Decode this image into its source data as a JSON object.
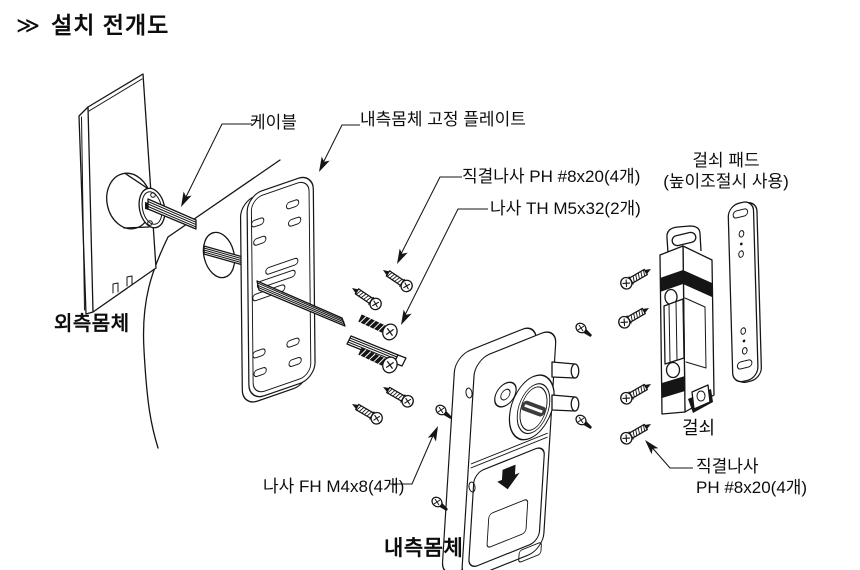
{
  "title": {
    "marker": "≫",
    "text": "설치 전개도"
  },
  "callouts": {
    "cable": "케이블",
    "fixing_plate": "내측몸체 고정 플레이트",
    "screw_ph_top": "직결나사 PH #8x20(4개)",
    "screw_th": "나사 TH M5x32(2개)",
    "screw_fh": "나사 FH M4x8(4개)",
    "screw_ph_bottom_line1": "직결나사",
    "screw_ph_bottom_line2": "PH #8x20(4개)",
    "latch_pad_line1": "걸쇠 패드",
    "latch_pad_line2": "(높이조절시 사용)"
  },
  "parts": {
    "outer_body": "외측몸체",
    "inner_body": "내측몸체",
    "latch": "걸쇠"
  },
  "colors": {
    "line": "#151515",
    "background": "#ffffff"
  }
}
